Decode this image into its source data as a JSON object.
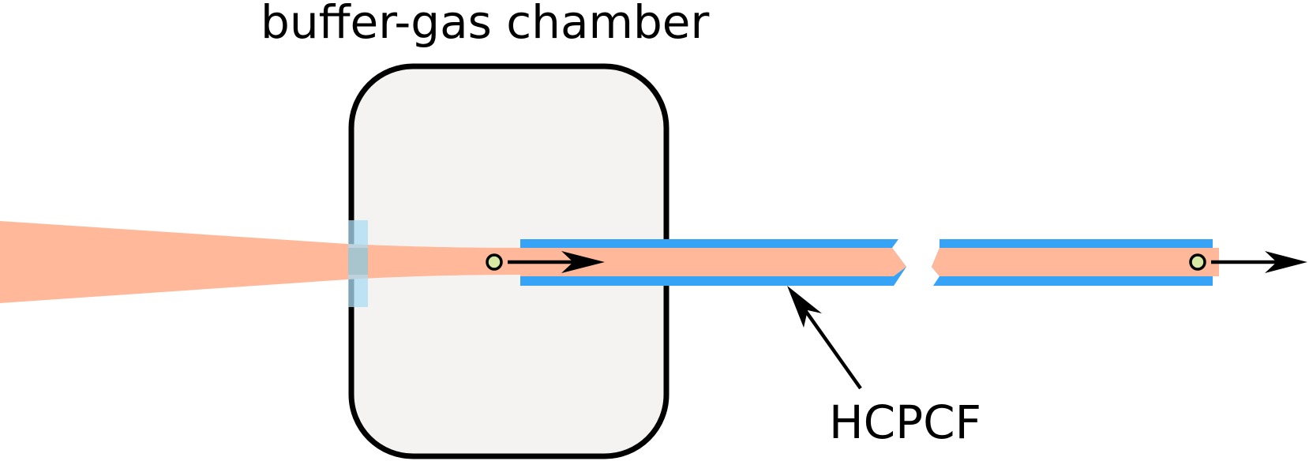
{
  "labels": {
    "chamber": "buffer-gas chamber",
    "fiber": "HCPCF"
  },
  "colors": {
    "chamber_fill": "#f4f3f2",
    "chamber_stroke": "#000000",
    "beam": "#ffb89a",
    "fiber_cladding": "#36a3f7",
    "window": "#aadcf4",
    "particle": "#d6e8a4",
    "arrow": "#000000"
  },
  "icons": {
    "particle_in_chamber": "particle-dot",
    "particle_at_exit": "particle-dot"
  }
}
